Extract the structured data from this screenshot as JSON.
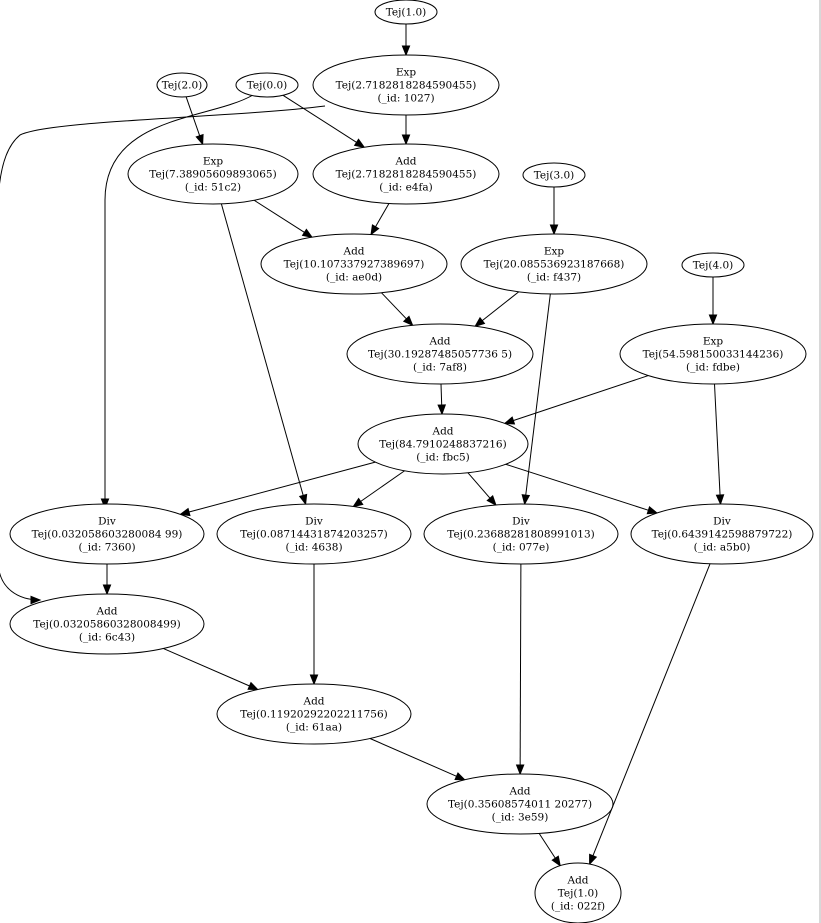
{
  "graph": {
    "nodes": [
      {
        "id": "in1",
        "lines": [
          "Tej(1.0)"
        ]
      },
      {
        "id": "in2",
        "lines": [
          "Tej(2.0)"
        ]
      },
      {
        "id": "in0",
        "lines": [
          "Tej(0.0)"
        ]
      },
      {
        "id": "in3",
        "lines": [
          "Tej(3.0)"
        ]
      },
      {
        "id": "in4",
        "lines": [
          "Tej(4.0)"
        ]
      },
      {
        "id": "n1027",
        "lines": [
          "Exp",
          "Tej(2.7182818284590455)",
          "(_id: 1027)"
        ]
      },
      {
        "id": "n51c2",
        "lines": [
          "Exp",
          "Tej(7.38905609893065)",
          "(_id: 51c2)"
        ]
      },
      {
        "id": "ne4fa",
        "lines": [
          "Add",
          "Tej(2.7182818284590455)",
          "(_id: e4fa)"
        ]
      },
      {
        "id": "nae0d",
        "lines": [
          "Add",
          "Tej(10.107337927389697)",
          "(_id: ae0d)"
        ]
      },
      {
        "id": "nf437",
        "lines": [
          "Exp",
          "Tej(20.085536923187668)",
          "(_id: f437)"
        ]
      },
      {
        "id": "n7af8",
        "lines": [
          "Add",
          "Tej(30.19287485057736 5)",
          "(_id: 7af8)"
        ]
      },
      {
        "id": "nfdbe",
        "lines": [
          "Exp",
          "Tej(54.598150033144236)",
          "(_id: fdbe)"
        ]
      },
      {
        "id": "nfbc5",
        "lines": [
          "Add",
          "Tej(84.7910248837216)",
          "(_id: fbc5)"
        ]
      },
      {
        "id": "n7360",
        "lines": [
          "Div",
          "Tej(0.032058603280084 99)",
          "(_id: 7360)"
        ]
      },
      {
        "id": "n4638",
        "lines": [
          "Div",
          "Tej(0.08714431874203257)",
          "(_id: 4638)"
        ]
      },
      {
        "id": "n077e",
        "lines": [
          "Div",
          "Tej(0.23688281808991013)",
          "(_id: 077e)"
        ]
      },
      {
        "id": "na5b0",
        "lines": [
          "Div",
          "Tej(0.6439142598879722)",
          "(_id: a5b0)"
        ]
      },
      {
        "id": "n6c43",
        "lines": [
          "Add",
          "Tej(0.03205860328008499)",
          "(_id: 6c43)"
        ]
      },
      {
        "id": "n61aa",
        "lines": [
          "Add",
          "Tej(0.11920292202211756)",
          "(_id: 61aa)"
        ]
      },
      {
        "id": "n3e59",
        "lines": [
          "Add",
          "Tej(0.35608574011 20277)",
          "(_id: 3e59)"
        ]
      },
      {
        "id": "n022f",
        "lines": [
          "Add",
          "Tej(1.0)",
          "(_id: 022f)"
        ]
      }
    ],
    "edges": [
      [
        "in1",
        "n1027"
      ],
      [
        "in2",
        "n51c2"
      ],
      [
        "in0",
        "ne4fa"
      ],
      [
        "in0",
        "n7360"
      ],
      [
        "n1027",
        "ne4fa"
      ],
      [
        "n1027",
        "n6c43"
      ],
      [
        "n51c2",
        "nae0d"
      ],
      [
        "n51c2",
        "n4638"
      ],
      [
        "ne4fa",
        "nae0d"
      ],
      [
        "in3",
        "nf437"
      ],
      [
        "nae0d",
        "n7af8"
      ],
      [
        "nf437",
        "n7af8"
      ],
      [
        "nf437",
        "n077e"
      ],
      [
        "in4",
        "nfdbe"
      ],
      [
        "n7af8",
        "nfbc5"
      ],
      [
        "nfdbe",
        "nfbc5"
      ],
      [
        "nfdbe",
        "na5b0"
      ],
      [
        "nfbc5",
        "n7360"
      ],
      [
        "nfbc5",
        "n4638"
      ],
      [
        "nfbc5",
        "n077e"
      ],
      [
        "nfbc5",
        "na5b0"
      ],
      [
        "n7360",
        "n6c43"
      ],
      [
        "n6c43",
        "n61aa"
      ],
      [
        "n4638",
        "n61aa"
      ],
      [
        "n61aa",
        "n3e59"
      ],
      [
        "n077e",
        "n3e59"
      ],
      [
        "n3e59",
        "n022f"
      ],
      [
        "na5b0",
        "n022f"
      ]
    ]
  }
}
